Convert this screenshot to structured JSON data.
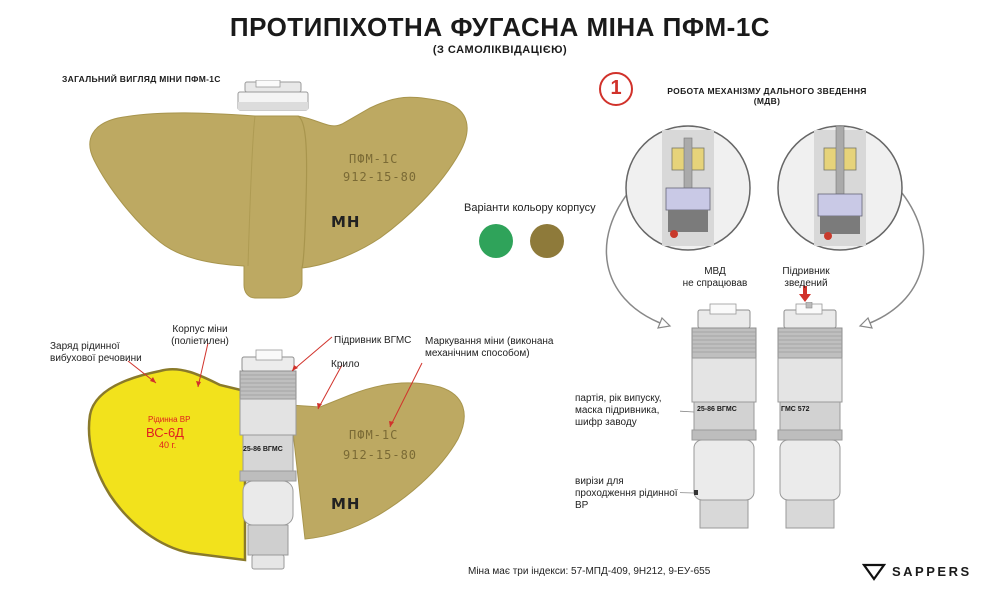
{
  "header": {
    "title": "ПРОТИПІХОТНА ФУГАСНА МІНА ПФМ-1С",
    "subtitle": "(З САМОЛІКВІДАЦІЄЮ)"
  },
  "general_view": {
    "label": "ЗАГАЛЬНИЙ ВИГЛЯД МІНИ ПФМ-1С",
    "marking_line1": "ПФМ-1С",
    "marking_line2": "912-15-80",
    "marking_mh": "МН"
  },
  "colors": {
    "label": "Варіанти кольору корпусу",
    "green": "#2fa35a",
    "olive": "#8e7a3a",
    "body": "#bda962",
    "liquid": "#f2e21c",
    "accent_red": "#d1322b"
  },
  "section_view": {
    "charge_label": "Заряд рідинної вибухової речовини",
    "body_label": "Корпус міни (поліетилен)",
    "fuze_label": "Підривник ВГМС",
    "wing_label": "Крило",
    "marking_label": "Маркування міни (виконана механічним способом)",
    "liquid_line1": "Рідинна ВР",
    "liquid_line2": "ВС-6Д",
    "liquid_line3": "40 г.",
    "fuze_code": "25-86  ВГМС",
    "marking_line1": "ПФМ-1С",
    "marking_line2": "912-15-80",
    "marking_mh": "МН"
  },
  "mechanism": {
    "badge": "1",
    "title_line1": "РОБОТА МЕХАНІЗМУ ДАЛЬНОГО ЗВЕДЕННЯ",
    "title_line2": "(МДВ)",
    "not_armed_line1": "МВД",
    "not_armed_line2": "не спрацював",
    "armed_line1": "Підривник",
    "armed_line2": "зведений",
    "fuze_code_left": "25-86  ВГМС",
    "fuze_code_right": "ГМС  572",
    "batch_label": "партія, рік випуску, маска підривника, шифр заводу",
    "cutouts_label": "вирізи для проходження рідинної ВР"
  },
  "footer": {
    "indices": "Міна має три індекси: 57-МПД-409, 9Н212, 9-ЕУ-655",
    "logo": "SAPPERS"
  }
}
